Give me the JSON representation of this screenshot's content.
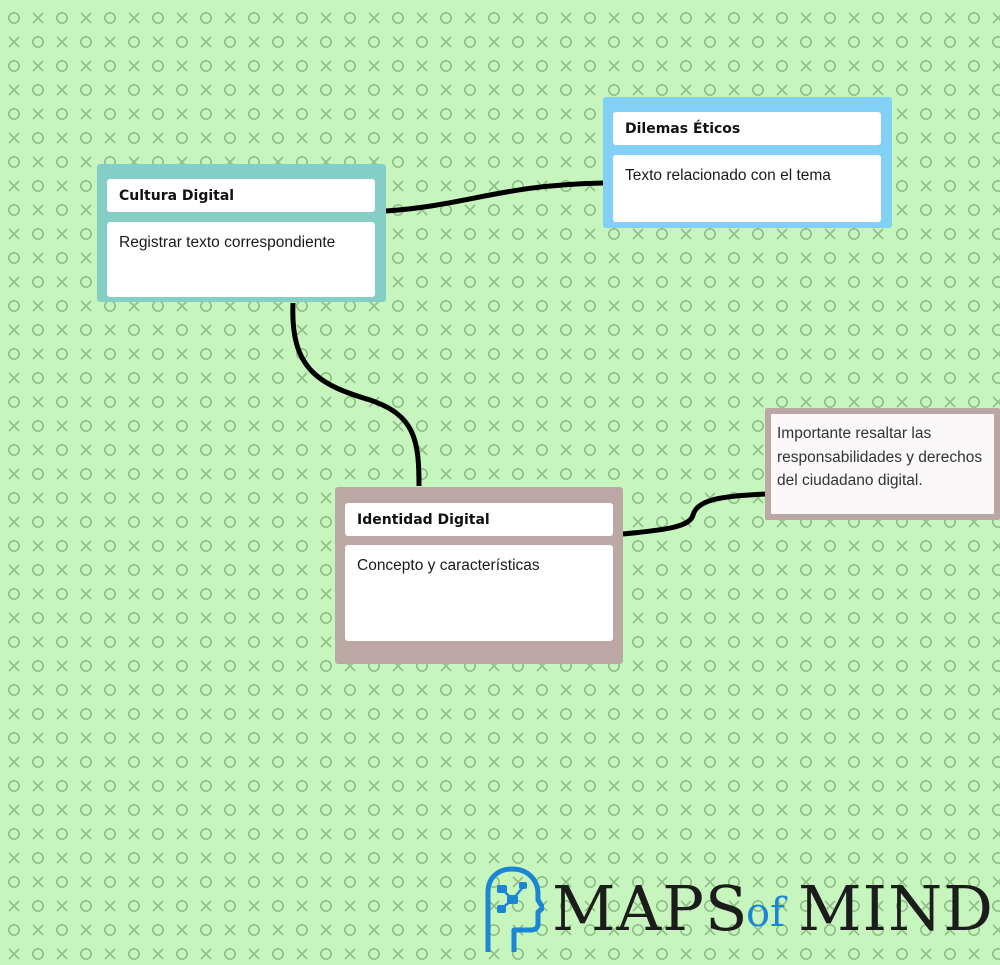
{
  "canvas": {
    "background_color": "#c6f5bd",
    "pattern_color": "#8fbf86",
    "pattern": "alternating-circle-cross"
  },
  "nodes": [
    {
      "id": "cultura",
      "title": "Cultura Digital",
      "body": "Registrar texto correspondiente",
      "color": "#85cec6"
    },
    {
      "id": "dilemas",
      "title": "Dilemas Éticos",
      "body": "Texto relacionado con el tema",
      "color": "#82d0f6"
    },
    {
      "id": "identidad",
      "title": "Identidad Digital",
      "body": "Concepto y características",
      "color": "#bba8a5"
    }
  ],
  "note": {
    "text_lines": [
      "Importante resaltar las",
      "responsabilidades y derechos",
      "del ciudadano digital."
    ],
    "color": "#bba8a5"
  },
  "connections": [
    {
      "from": "cultura",
      "to": "dilemas"
    },
    {
      "from": "cultura",
      "to": "identidad"
    },
    {
      "from": "identidad",
      "to": "note"
    }
  ],
  "logo": {
    "word1": "MAPS",
    "word2": "of",
    "word3": "MIND",
    "accent_color": "#1b86d4"
  }
}
